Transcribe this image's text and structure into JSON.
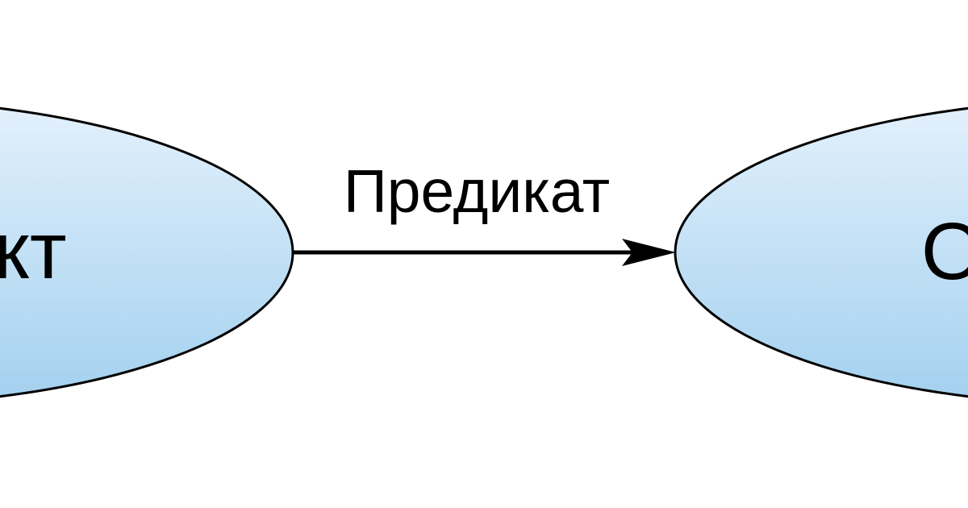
{
  "diagram": {
    "type": "rdf-triple-graph",
    "background_color": "#ffffff",
    "subject_node": {
      "shape": "ellipse",
      "visible_text": "кт",
      "clipped": "left-edge"
    },
    "predicate_edge": {
      "label": "Предикат",
      "direction": "left-to-right",
      "arrowhead": "concave-filled"
    },
    "object_node": {
      "shape": "ellipse",
      "visible_text": "О",
      "clipped": "right-edge"
    },
    "colors": {
      "node_gradient_top": "#e4f1fc",
      "node_gradient_bottom": "#a2d0ef",
      "node_outline": "#000000",
      "arrow": "#000000",
      "text": "#000000"
    }
  }
}
